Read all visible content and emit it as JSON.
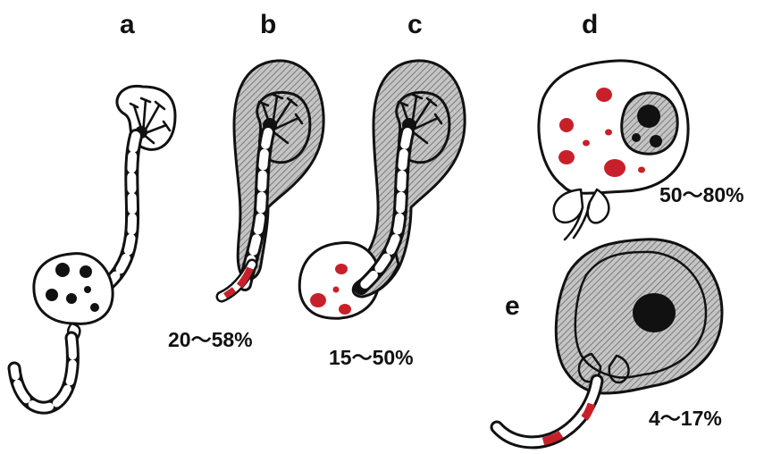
{
  "panels": [
    {
      "id": "a",
      "letter": "a",
      "percent": ""
    },
    {
      "id": "b",
      "letter": "b",
      "percent": "20～58%"
    },
    {
      "id": "c",
      "letter": "c",
      "percent": "15～50%"
    },
    {
      "id": "d",
      "letter": "d",
      "percent": "50～80%"
    },
    {
      "id": "e",
      "letter": "e",
      "percent": "4～17%"
    }
  ],
  "colors": {
    "outline": "#111111",
    "shading": "#b3b3b3",
    "tumor_red": "#c8202a",
    "tumor_black": "#111111",
    "background": "#ffffff"
  }
}
